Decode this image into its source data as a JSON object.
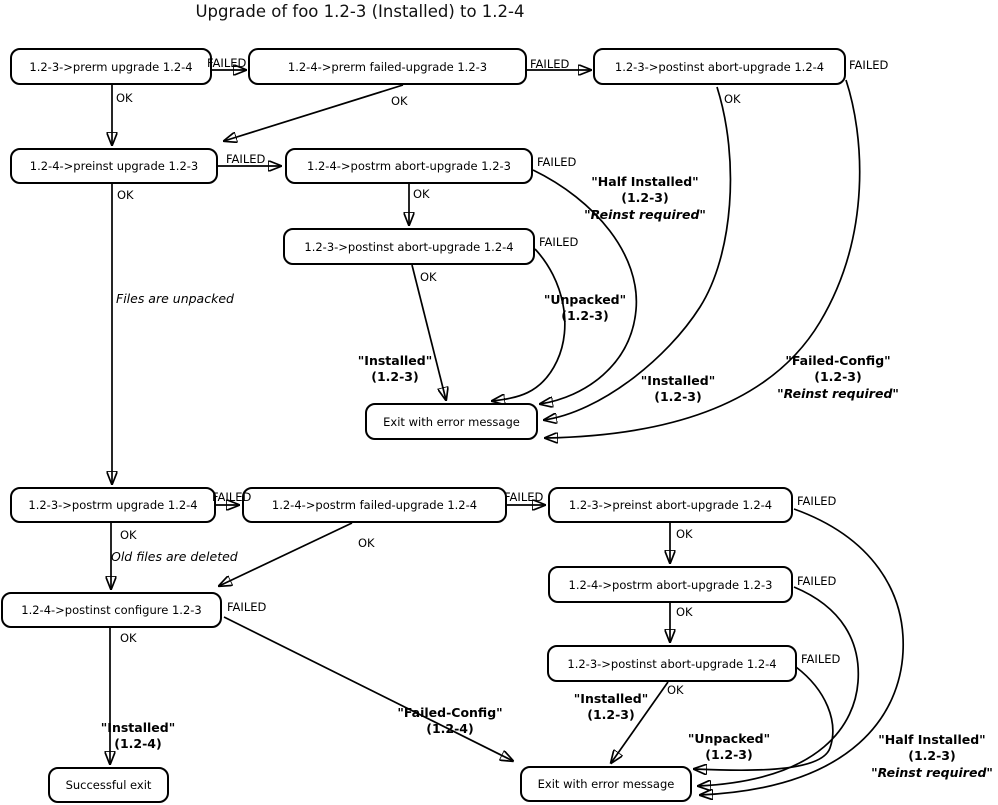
{
  "header": {
    "title": "Upgrade of foo 1.2-3 (Installed) to 1.2-4"
  },
  "colors": {
    "stroke": "#000000",
    "node_fill": "#ffffff",
    "background": "#ffffff"
  },
  "nodes": [
    {
      "id": "prerm-upgrade",
      "label": "1.2-3->prerm upgrade 1.2-4"
    },
    {
      "id": "prerm-failed-upgrade",
      "label": "1.2-4->prerm failed-upgrade 1.2-3"
    },
    {
      "id": "postinst-abort-upgrade-top",
      "label": "1.2-3->postinst abort-upgrade 1.2-4"
    },
    {
      "id": "preinst-upgrade",
      "label": "1.2-4->preinst upgrade 1.2-3"
    },
    {
      "id": "postrm-abort-upgrade-top",
      "label": "1.2-4->postrm abort-upgrade 1.2-3"
    },
    {
      "id": "postinst-abort-upgrade-mid",
      "label": "1.2-3->postinst abort-upgrade 1.2-4"
    },
    {
      "id": "exit-error-mid",
      "label": "Exit with error message"
    },
    {
      "id": "postrm-upgrade",
      "label": "1.2-3->postrm upgrade 1.2-4"
    },
    {
      "id": "postrm-failed-upgrade",
      "label": "1.2-4->postrm failed-upgrade 1.2-4"
    },
    {
      "id": "preinst-abort-upgrade",
      "label": "1.2-3->preinst abort-upgrade 1.2-4"
    },
    {
      "id": "postrm-abort-upgrade-bottom",
      "label": "1.2-4->postrm abort-upgrade 1.2-3"
    },
    {
      "id": "postinst-abort-upgrade-bottom",
      "label": "1.2-3->postinst abort-upgrade 1.2-4"
    },
    {
      "id": "postinst-configure",
      "label": "1.2-4->postinst configure 1.2-3"
    },
    {
      "id": "successful-exit",
      "label": "Successful exit"
    },
    {
      "id": "exit-error-bottom",
      "label": "Exit with error message"
    }
  ],
  "edges": [
    {
      "from": "prerm-upgrade",
      "to": "prerm-failed-upgrade",
      "label": "FAILED"
    },
    {
      "from": "prerm-upgrade",
      "to": "preinst-upgrade",
      "label": "OK"
    },
    {
      "from": "prerm-failed-upgrade",
      "to": "postinst-abort-upgrade-top",
      "label": "FAILED"
    },
    {
      "from": "prerm-failed-upgrade",
      "to": "preinst-upgrade",
      "label": "OK"
    },
    {
      "from": "postinst-abort-upgrade-top",
      "to": "exit-error-mid",
      "label": "OK"
    },
    {
      "from": "postinst-abort-upgrade-top",
      "to": "exit-error-mid",
      "label": "FAILED"
    },
    {
      "from": "preinst-upgrade",
      "to": "postrm-abort-upgrade-top",
      "label": "FAILED"
    },
    {
      "from": "preinst-upgrade",
      "to": "postrm-upgrade",
      "label": "OK"
    },
    {
      "from": "postrm-abort-upgrade-top",
      "to": "postinst-abort-upgrade-mid",
      "label": "OK"
    },
    {
      "from": "postrm-abort-upgrade-top",
      "to": "exit-error-mid",
      "label": "FAILED"
    },
    {
      "from": "postinst-abort-upgrade-mid",
      "to": "exit-error-mid",
      "label": "OK"
    },
    {
      "from": "postinst-abort-upgrade-mid",
      "to": "exit-error-mid",
      "label": "FAILED"
    },
    {
      "from": "postrm-upgrade",
      "to": "postrm-failed-upgrade",
      "label": "FAILED"
    },
    {
      "from": "postrm-upgrade",
      "to": "postinst-configure",
      "label": "OK"
    },
    {
      "from": "postrm-failed-upgrade",
      "to": "postinst-configure",
      "label": "OK"
    },
    {
      "from": "postrm-failed-upgrade",
      "to": "preinst-abort-upgrade",
      "label": "FAILED"
    },
    {
      "from": "preinst-abort-upgrade",
      "to": "postrm-abort-upgrade-bottom",
      "label": "OK"
    },
    {
      "from": "preinst-abort-upgrade",
      "to": "exit-error-bottom",
      "label": "FAILED"
    },
    {
      "from": "postrm-abort-upgrade-bottom",
      "to": "postinst-abort-upgrade-bottom",
      "label": "OK"
    },
    {
      "from": "postrm-abort-upgrade-bottom",
      "to": "exit-error-bottom",
      "label": "FAILED"
    },
    {
      "from": "postinst-abort-upgrade-bottom",
      "to": "exit-error-bottom",
      "label": "OK"
    },
    {
      "from": "postinst-abort-upgrade-bottom",
      "to": "exit-error-bottom",
      "label": "FAILED"
    },
    {
      "from": "postinst-configure",
      "to": "successful-exit",
      "label": "OK"
    },
    {
      "from": "postinst-configure",
      "to": "exit-error-bottom",
      "label": "FAILED"
    }
  ],
  "state_labels": [
    {
      "lines": [
        "\"Half Installed\"",
        "(1.2-3)",
        "\"Reinst required\""
      ]
    },
    {
      "lines": [
        "\"Unpacked\"",
        "(1.2-3)"
      ]
    },
    {
      "lines": [
        "\"Installed\"",
        "(1.2-3)"
      ]
    },
    {
      "lines": [
        "\"Installed\"",
        "(1.2-3)"
      ]
    },
    {
      "lines": [
        "\"Failed-Config\"",
        "(1.2-3)",
        "\"Reinst required\""
      ]
    },
    {
      "lines": [
        "\"Installed\"",
        "(1.2-4)"
      ]
    },
    {
      "lines": [
        "\"Failed-Config\"",
        "(1.2-4)"
      ]
    },
    {
      "lines": [
        "\"Installed\"",
        "(1.2-3)"
      ]
    },
    {
      "lines": [
        "\"Unpacked\"",
        "(1.2-3)"
      ]
    },
    {
      "lines": [
        "\"Half Installed\"",
        "(1.2-3)",
        "\"Reinst required\""
      ]
    }
  ],
  "notes": [
    {
      "text": "Files are unpacked"
    },
    {
      "text": "Old files are deleted"
    }
  ]
}
